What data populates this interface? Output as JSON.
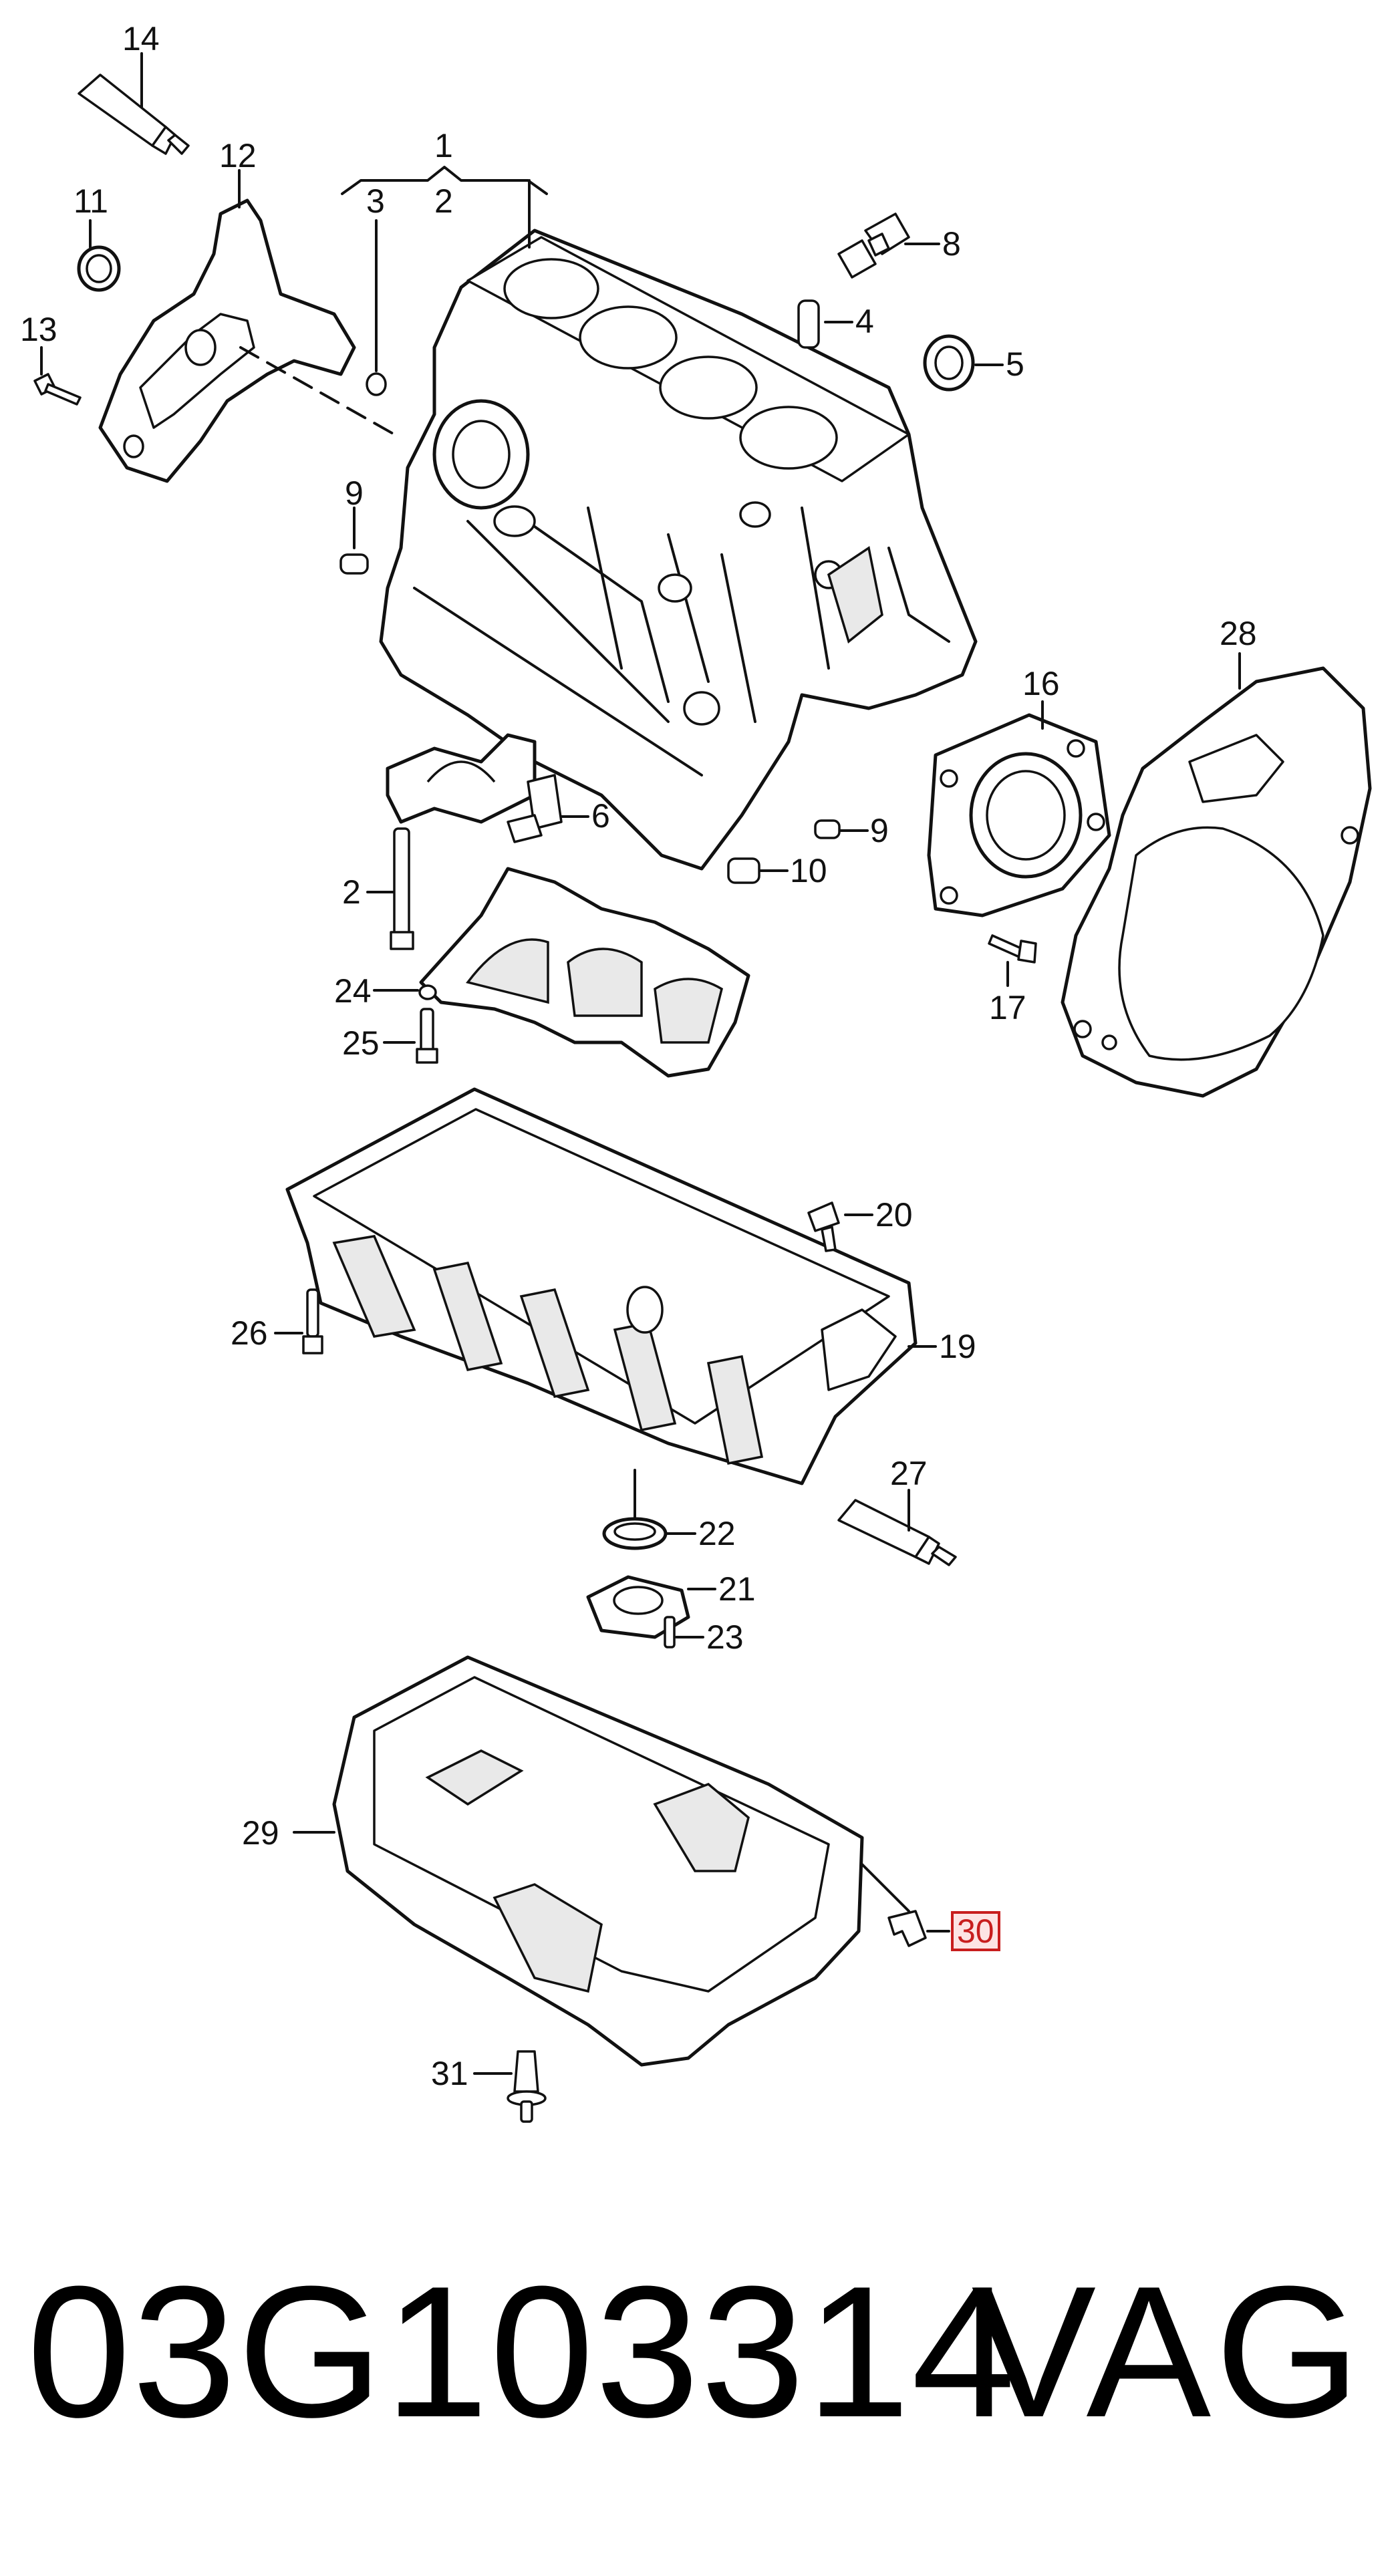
{
  "callouts": [
    {
      "id": "c1",
      "label": "1"
    },
    {
      "id": "c2a",
      "label": "2"
    },
    {
      "id": "c2b",
      "label": "2"
    },
    {
      "id": "c3",
      "label": "3"
    },
    {
      "id": "c4",
      "label": "4"
    },
    {
      "id": "c5",
      "label": "5"
    },
    {
      "id": "c6",
      "label": "6"
    },
    {
      "id": "c8",
      "label": "8"
    },
    {
      "id": "c9a",
      "label": "9"
    },
    {
      "id": "c9b",
      "label": "9"
    },
    {
      "id": "c10",
      "label": "10"
    },
    {
      "id": "c11",
      "label": "11"
    },
    {
      "id": "c12",
      "label": "12"
    },
    {
      "id": "c13",
      "label": "13"
    },
    {
      "id": "c14",
      "label": "14"
    },
    {
      "id": "c16",
      "label": "16"
    },
    {
      "id": "c17",
      "label": "17"
    },
    {
      "id": "c19",
      "label": "19"
    },
    {
      "id": "c20",
      "label": "20"
    },
    {
      "id": "c21",
      "label": "21"
    },
    {
      "id": "c22",
      "label": "22"
    },
    {
      "id": "c23",
      "label": "23"
    },
    {
      "id": "c24",
      "label": "24"
    },
    {
      "id": "c25",
      "label": "25"
    },
    {
      "id": "c26",
      "label": "26"
    },
    {
      "id": "c27",
      "label": "27"
    },
    {
      "id": "c28",
      "label": "28"
    },
    {
      "id": "c29",
      "label": "29"
    },
    {
      "id": "c30",
      "label": "30"
    },
    {
      "id": "c31",
      "label": "31"
    }
  ],
  "highlighted_callout": "30",
  "colors": {
    "line": "#111111",
    "highlight": "#c81e1e",
    "highlight_fill": "#fde4e4"
  },
  "footer": {
    "part_number": "03G103314",
    "brand": "VAG"
  }
}
